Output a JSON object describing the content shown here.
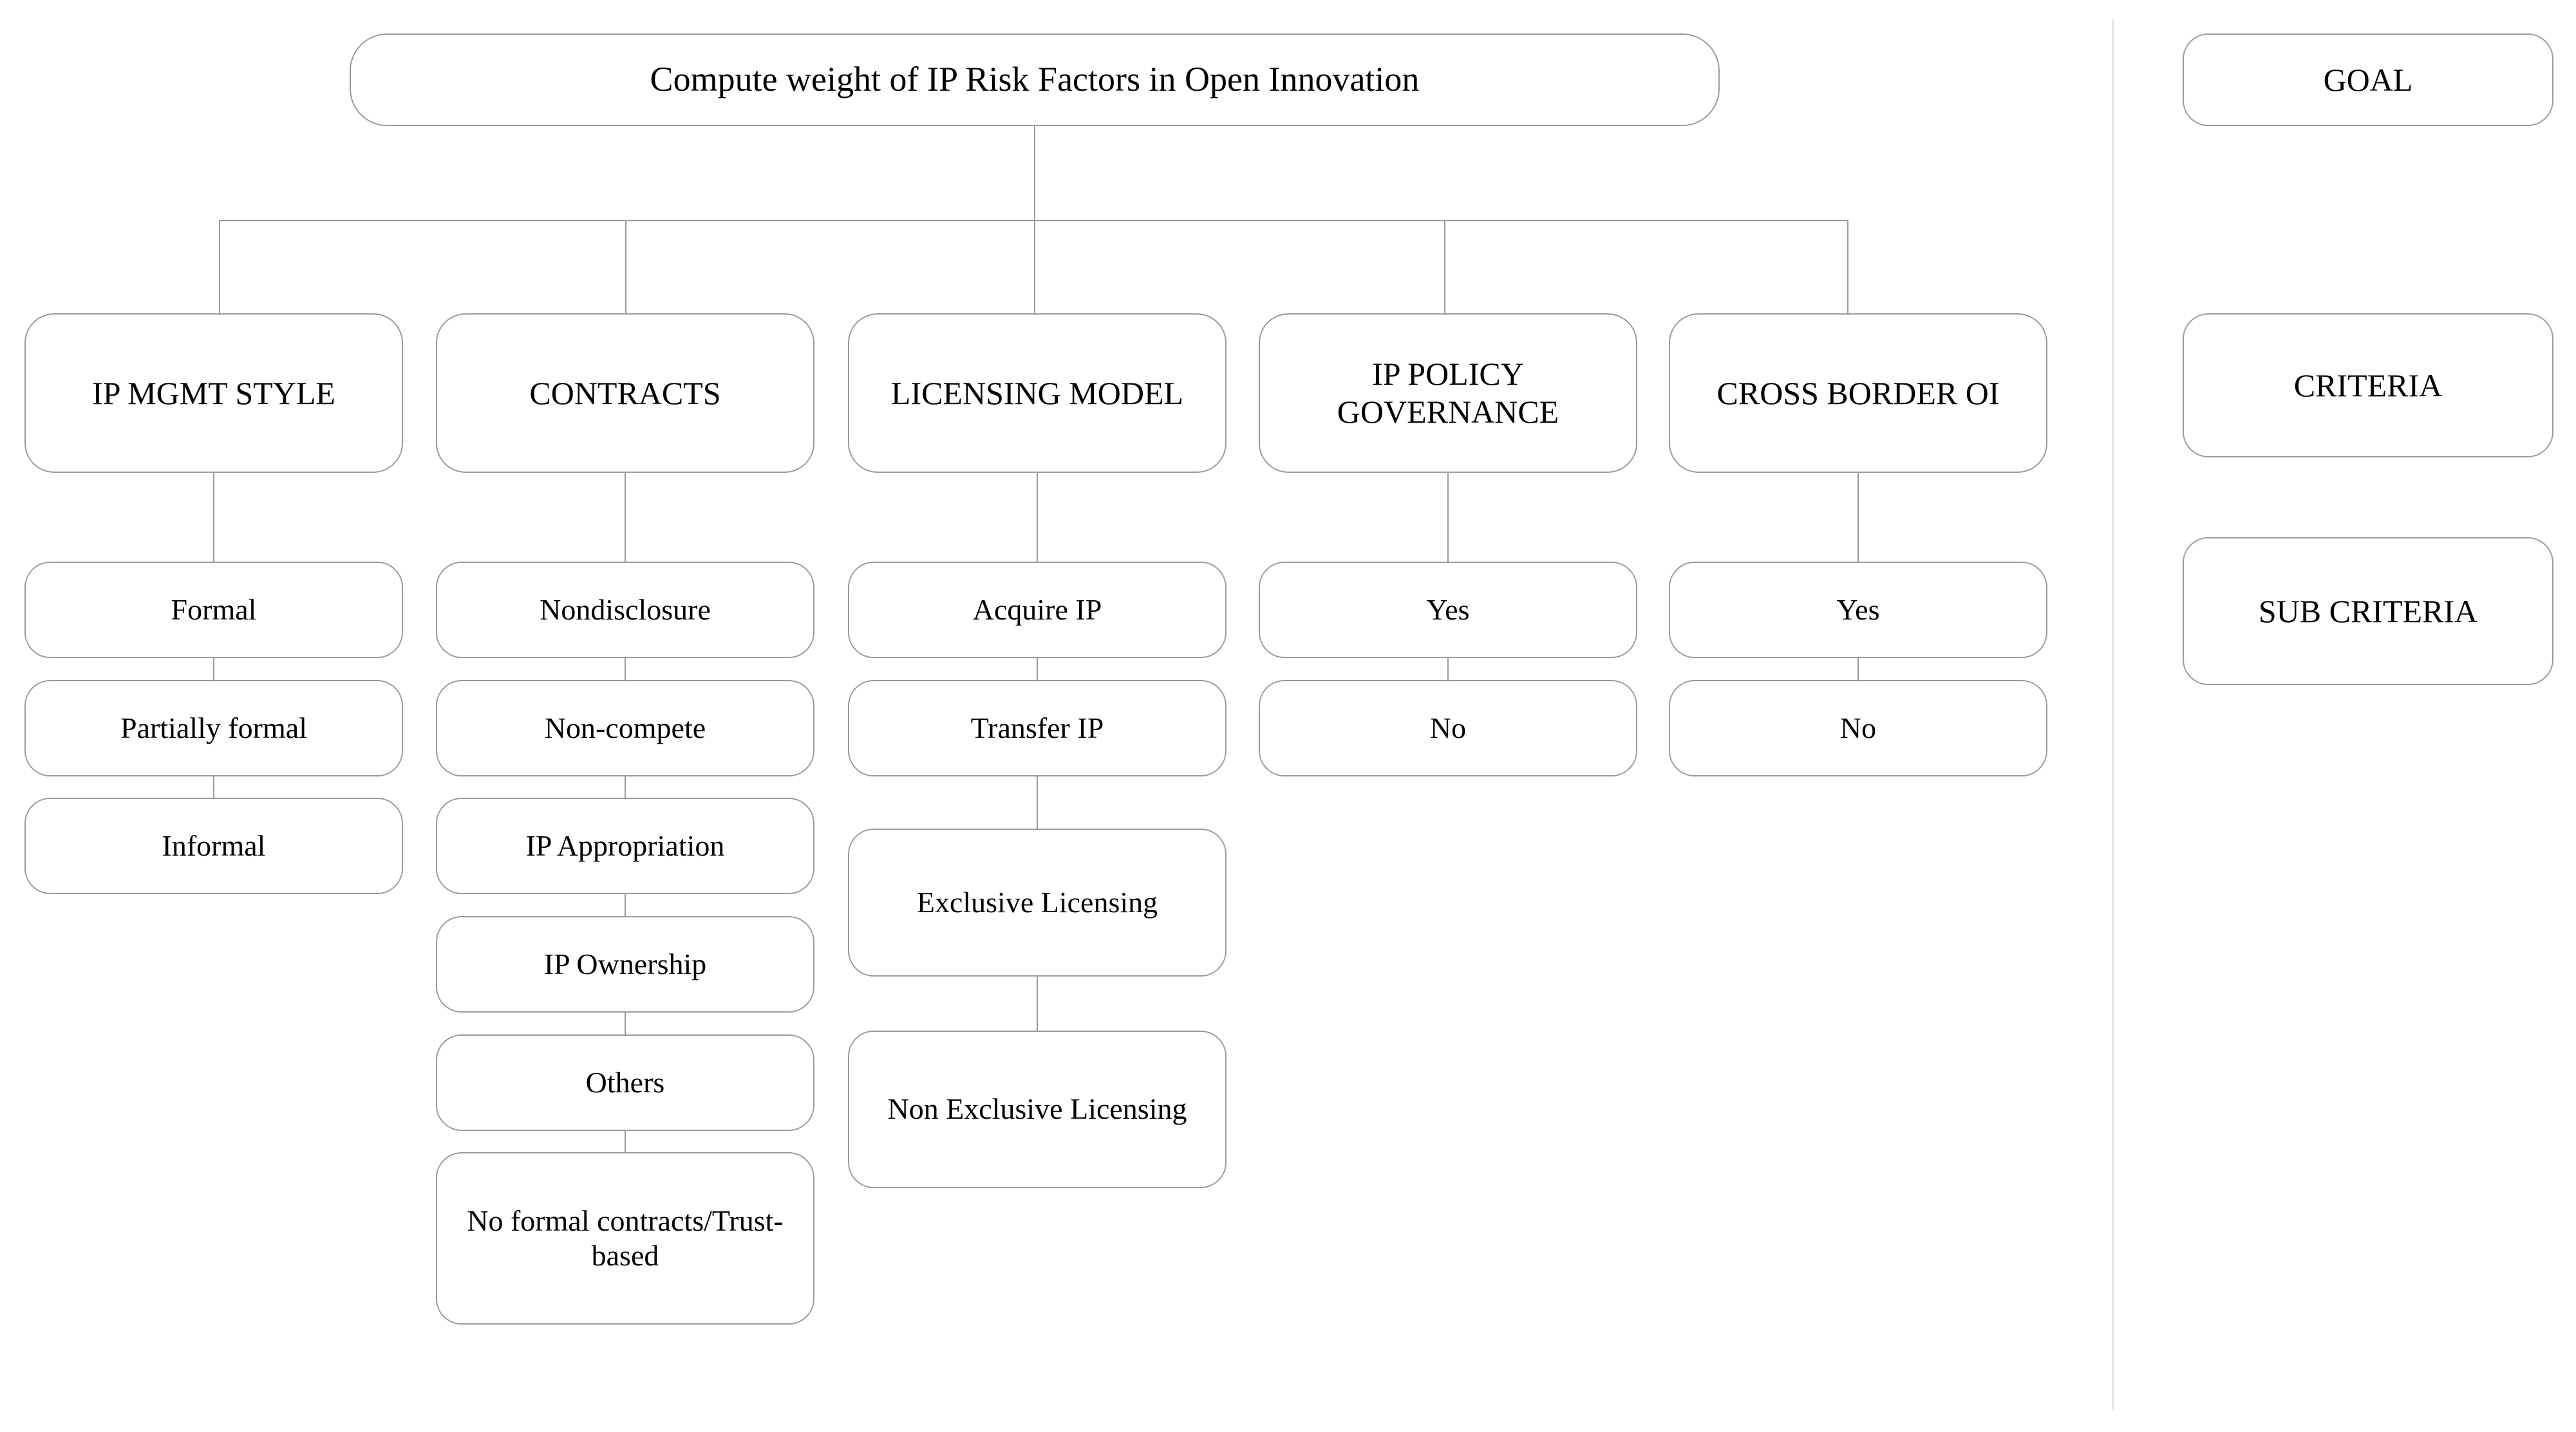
{
  "diagram": {
    "type": "hierarchy-tree",
    "goal": {
      "label": "Compute weight of IP Risk Factors in Open Innovation"
    },
    "criteria": [
      {
        "label": "IP MGMT STYLE",
        "sub_criteria": [
          {
            "label": "Formal"
          },
          {
            "label": "Partially formal"
          },
          {
            "label": "Informal"
          }
        ]
      },
      {
        "label": "CONTRACTS",
        "sub_criteria": [
          {
            "label": "Nondisclosure"
          },
          {
            "label": "Non-compete"
          },
          {
            "label": "IP Appropriation"
          },
          {
            "label": "IP Ownership"
          },
          {
            "label": "Others"
          },
          {
            "label": "No formal contracts/Trust-based"
          }
        ]
      },
      {
        "label": "LICENSING MODEL",
        "sub_criteria": [
          {
            "label": "Acquire IP"
          },
          {
            "label": "Transfer IP"
          },
          {
            "label": "Exclusive Licensing"
          },
          {
            "label": "Non Exclusive Licensing"
          }
        ]
      },
      {
        "label": "IP POLICY GOVERNANCE",
        "sub_criteria": [
          {
            "label": "Yes"
          },
          {
            "label": "No"
          }
        ]
      },
      {
        "label": "CROSS BORDER OI",
        "sub_criteria": [
          {
            "label": "Yes"
          },
          {
            "label": "No"
          }
        ]
      }
    ]
  },
  "legend": {
    "items": [
      {
        "label": "GOAL"
      },
      {
        "label": "CRITERIA"
      },
      {
        "label": "SUB CRITERIA"
      }
    ]
  },
  "colors": {
    "background": "#ffffff",
    "node_border": "#9b9b9b",
    "connector": "#9b9b9b",
    "divider": "#e4e4e4",
    "text": "#000000"
  }
}
